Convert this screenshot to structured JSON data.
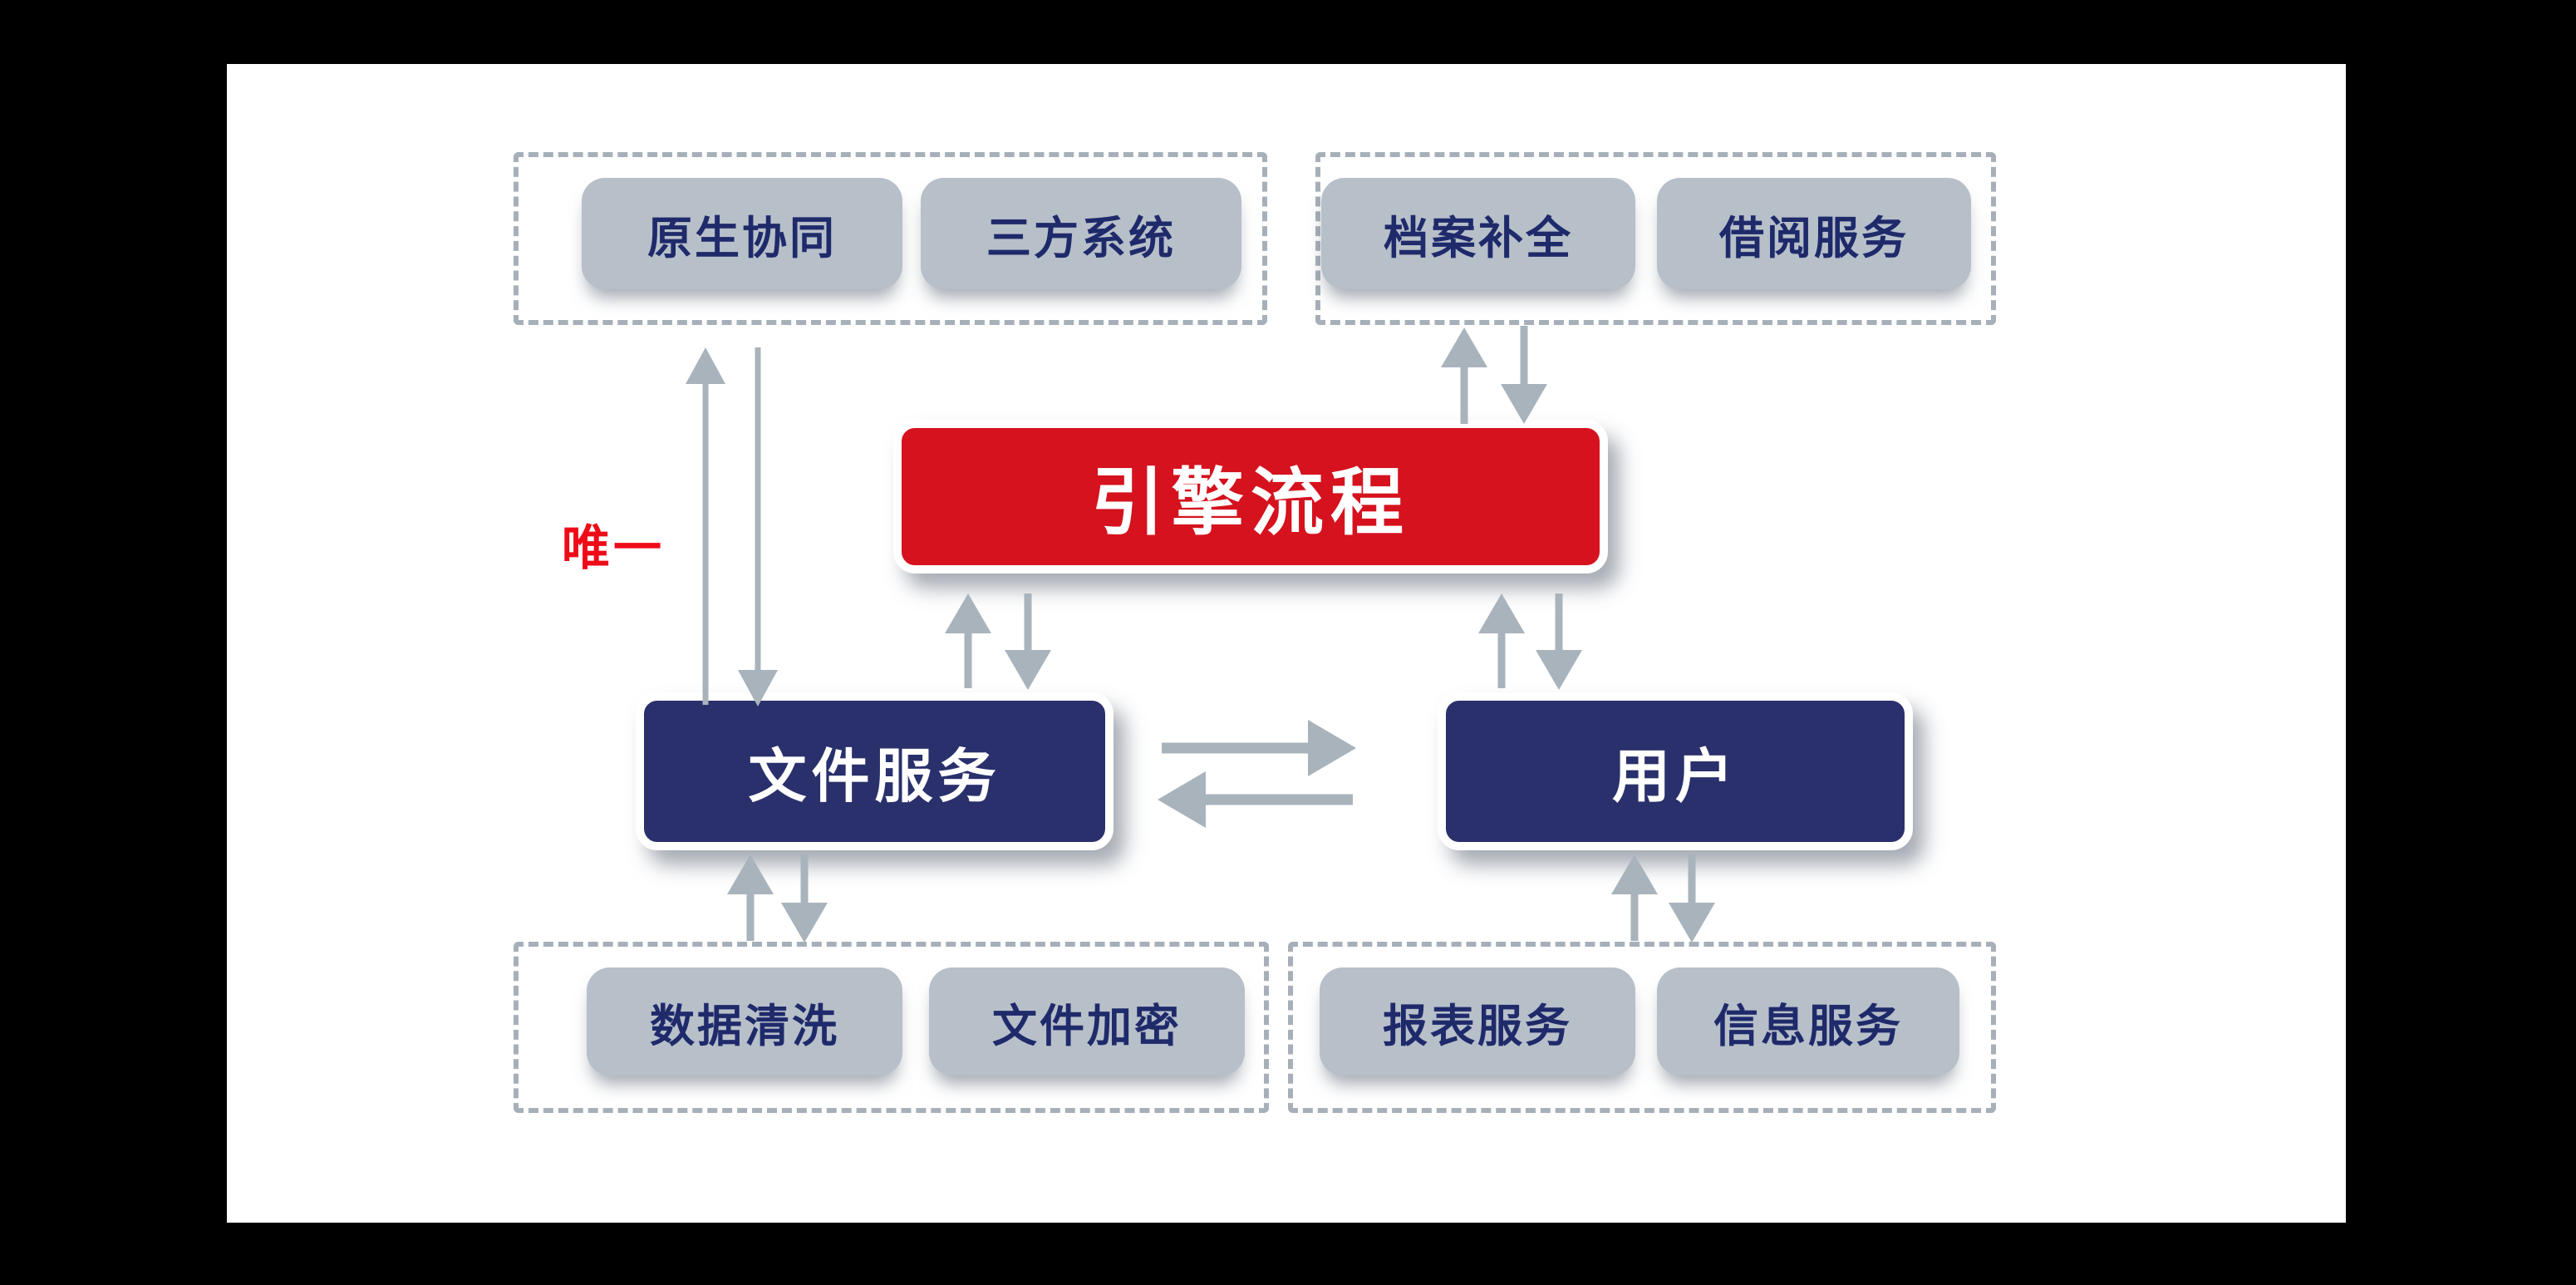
{
  "colors": {
    "background": "#000000",
    "panel_background": "#ffffff",
    "group_dashed_border": "#a7b0b9",
    "service_chip_background": "#b7bfc9",
    "service_chip_text": "#1f2a6b",
    "engine_box_background": "#d5121e",
    "main_box_background": "#29306c",
    "main_box_text": "#ffffff",
    "arrow": "#a9b3bc",
    "unique_label_text": "#ee0c18"
  },
  "groups": {
    "top_left": {
      "items": [
        {
          "label": "原生协同"
        },
        {
          "label": "三方系统"
        }
      ]
    },
    "top_right": {
      "items": [
        {
          "label": "档案补全"
        },
        {
          "label": "借阅服务"
        }
      ]
    },
    "bottom_left": {
      "items": [
        {
          "label": "数据清洗"
        },
        {
          "label": "文件加密"
        }
      ]
    },
    "bottom_right": {
      "items": [
        {
          "label": "报表服务"
        },
        {
          "label": "信息服务"
        }
      ]
    }
  },
  "nodes": {
    "engine": {
      "label": "引擎流程"
    },
    "file_service": {
      "label": "文件服务"
    },
    "user": {
      "label": "用户"
    }
  },
  "annotations": {
    "unique_label": "唯一"
  }
}
